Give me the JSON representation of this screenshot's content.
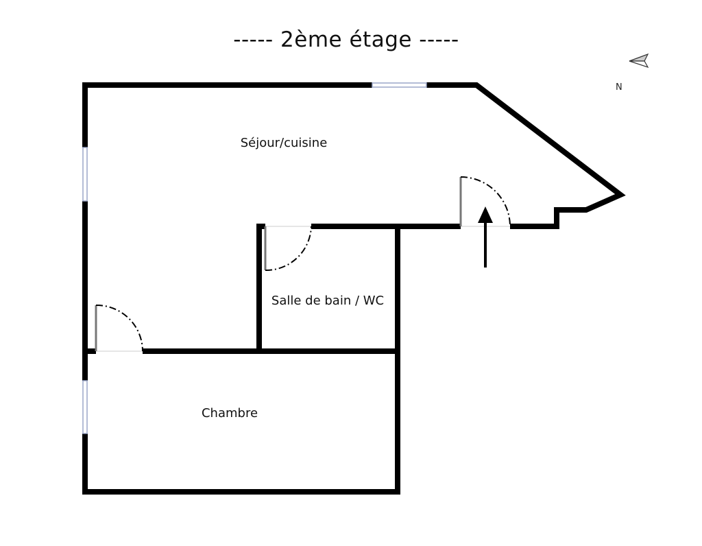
{
  "title": "-----  2ème étage  -----",
  "rooms": [
    {
      "label": "Séjour/cuisine"
    },
    {
      "label": "Salle de bain / WC"
    },
    {
      "label": "Chambre"
    }
  ],
  "compass": {
    "label": "N"
  },
  "colors": {
    "wall": "#000000",
    "window": "#9aa6c8"
  }
}
